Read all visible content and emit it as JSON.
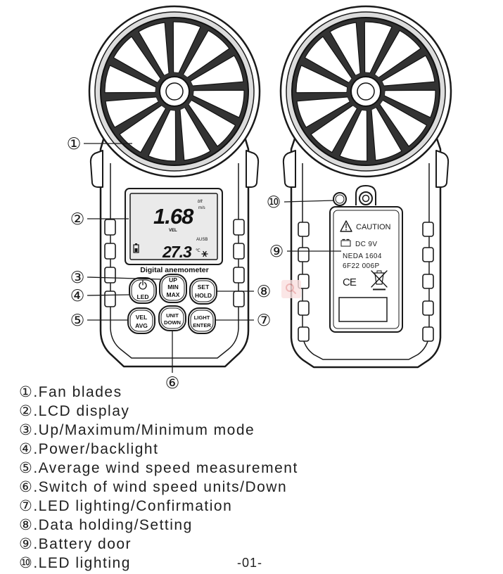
{
  "front_view": {
    "lcd": {
      "main_unit_alt": "bft",
      "main_unit": "m/s",
      "main_reading": "1.68",
      "main_mode": "VEL",
      "secondary_reading": "27.3",
      "secondary_tag": "AUSB",
      "secondary_unit": "℃"
    },
    "model_label": "Digital anemometer",
    "buttons": {
      "power": {
        "label": "LED"
      },
      "up_min_max": {
        "line1": "UP",
        "line2": "MIN",
        "line3": "MAX"
      },
      "set_hold": {
        "line1": "SET",
        "line2": "HOLD"
      },
      "vel_avg": {
        "line1": "VEL",
        "line2": "AVG"
      },
      "unit_down": {
        "line1": "UNIT",
        "line2": "DOWN"
      },
      "light_enter": {
        "line1": "LIGHT",
        "line2": "ENTER"
      }
    }
  },
  "back_view": {
    "battery_door": {
      "caution": "CAUTION",
      "voltage": "DC 9V",
      "battery_spec_1": "NEDA 1604",
      "battery_spec_2": "6F22 006P",
      "certification": "CE"
    }
  },
  "callouts": [
    "①",
    "②",
    "③",
    "④",
    "⑤",
    "⑥",
    "⑦",
    "⑧",
    "⑨",
    "⑩"
  ],
  "legend": [
    "①.Fan blades",
    "②.LCD display",
    "③.Up/Maximum/Minimum mode",
    "④.Power/backlight",
    "⑤.Average wind speed measurement",
    "⑥.Switch of wind speed units/Down",
    "⑦.LED lighting/Confirmation",
    "⑧.Data holding/Setting",
    "⑨.Battery door",
    "⑩.LED lighting"
  ],
  "page_number": "-01-",
  "icons": {
    "power": "power-icon",
    "lcd_battery": "battery-icon",
    "lcd_snowflake": "snowflake-icon",
    "door_warning": "warning-triangle-icon",
    "door_battery": "battery-icon",
    "door_disposal": "crossed-out-bin-icon",
    "watermark": "search-icon"
  },
  "colors": {
    "line": "#1a1a1a",
    "fan_disc": "#333333",
    "housing_ring": "#dcdcdc",
    "lcd_screen": "#eaeaea",
    "watermark": "#fbe1e1"
  }
}
